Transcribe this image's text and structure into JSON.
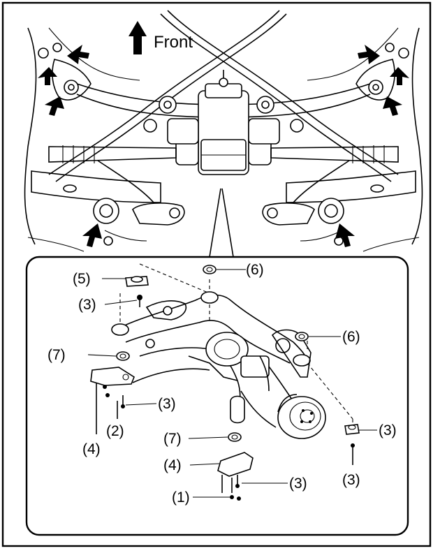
{
  "front_label": "Front",
  "callouts": {
    "c5": "(5)",
    "c6_top": "(6)",
    "c3_left_upper": "(3)",
    "c6_right": "(6)",
    "c7_left": "(7)",
    "c3_left_lower": "(3)",
    "c2": "(2)",
    "c4_left": "(4)",
    "c7_center": "(7)",
    "c4_center": "(4)",
    "c3_right_mid": "(3)",
    "c3_right_low": "(3)",
    "c3_bottom": "(3)",
    "c1": "(1)"
  }
}
